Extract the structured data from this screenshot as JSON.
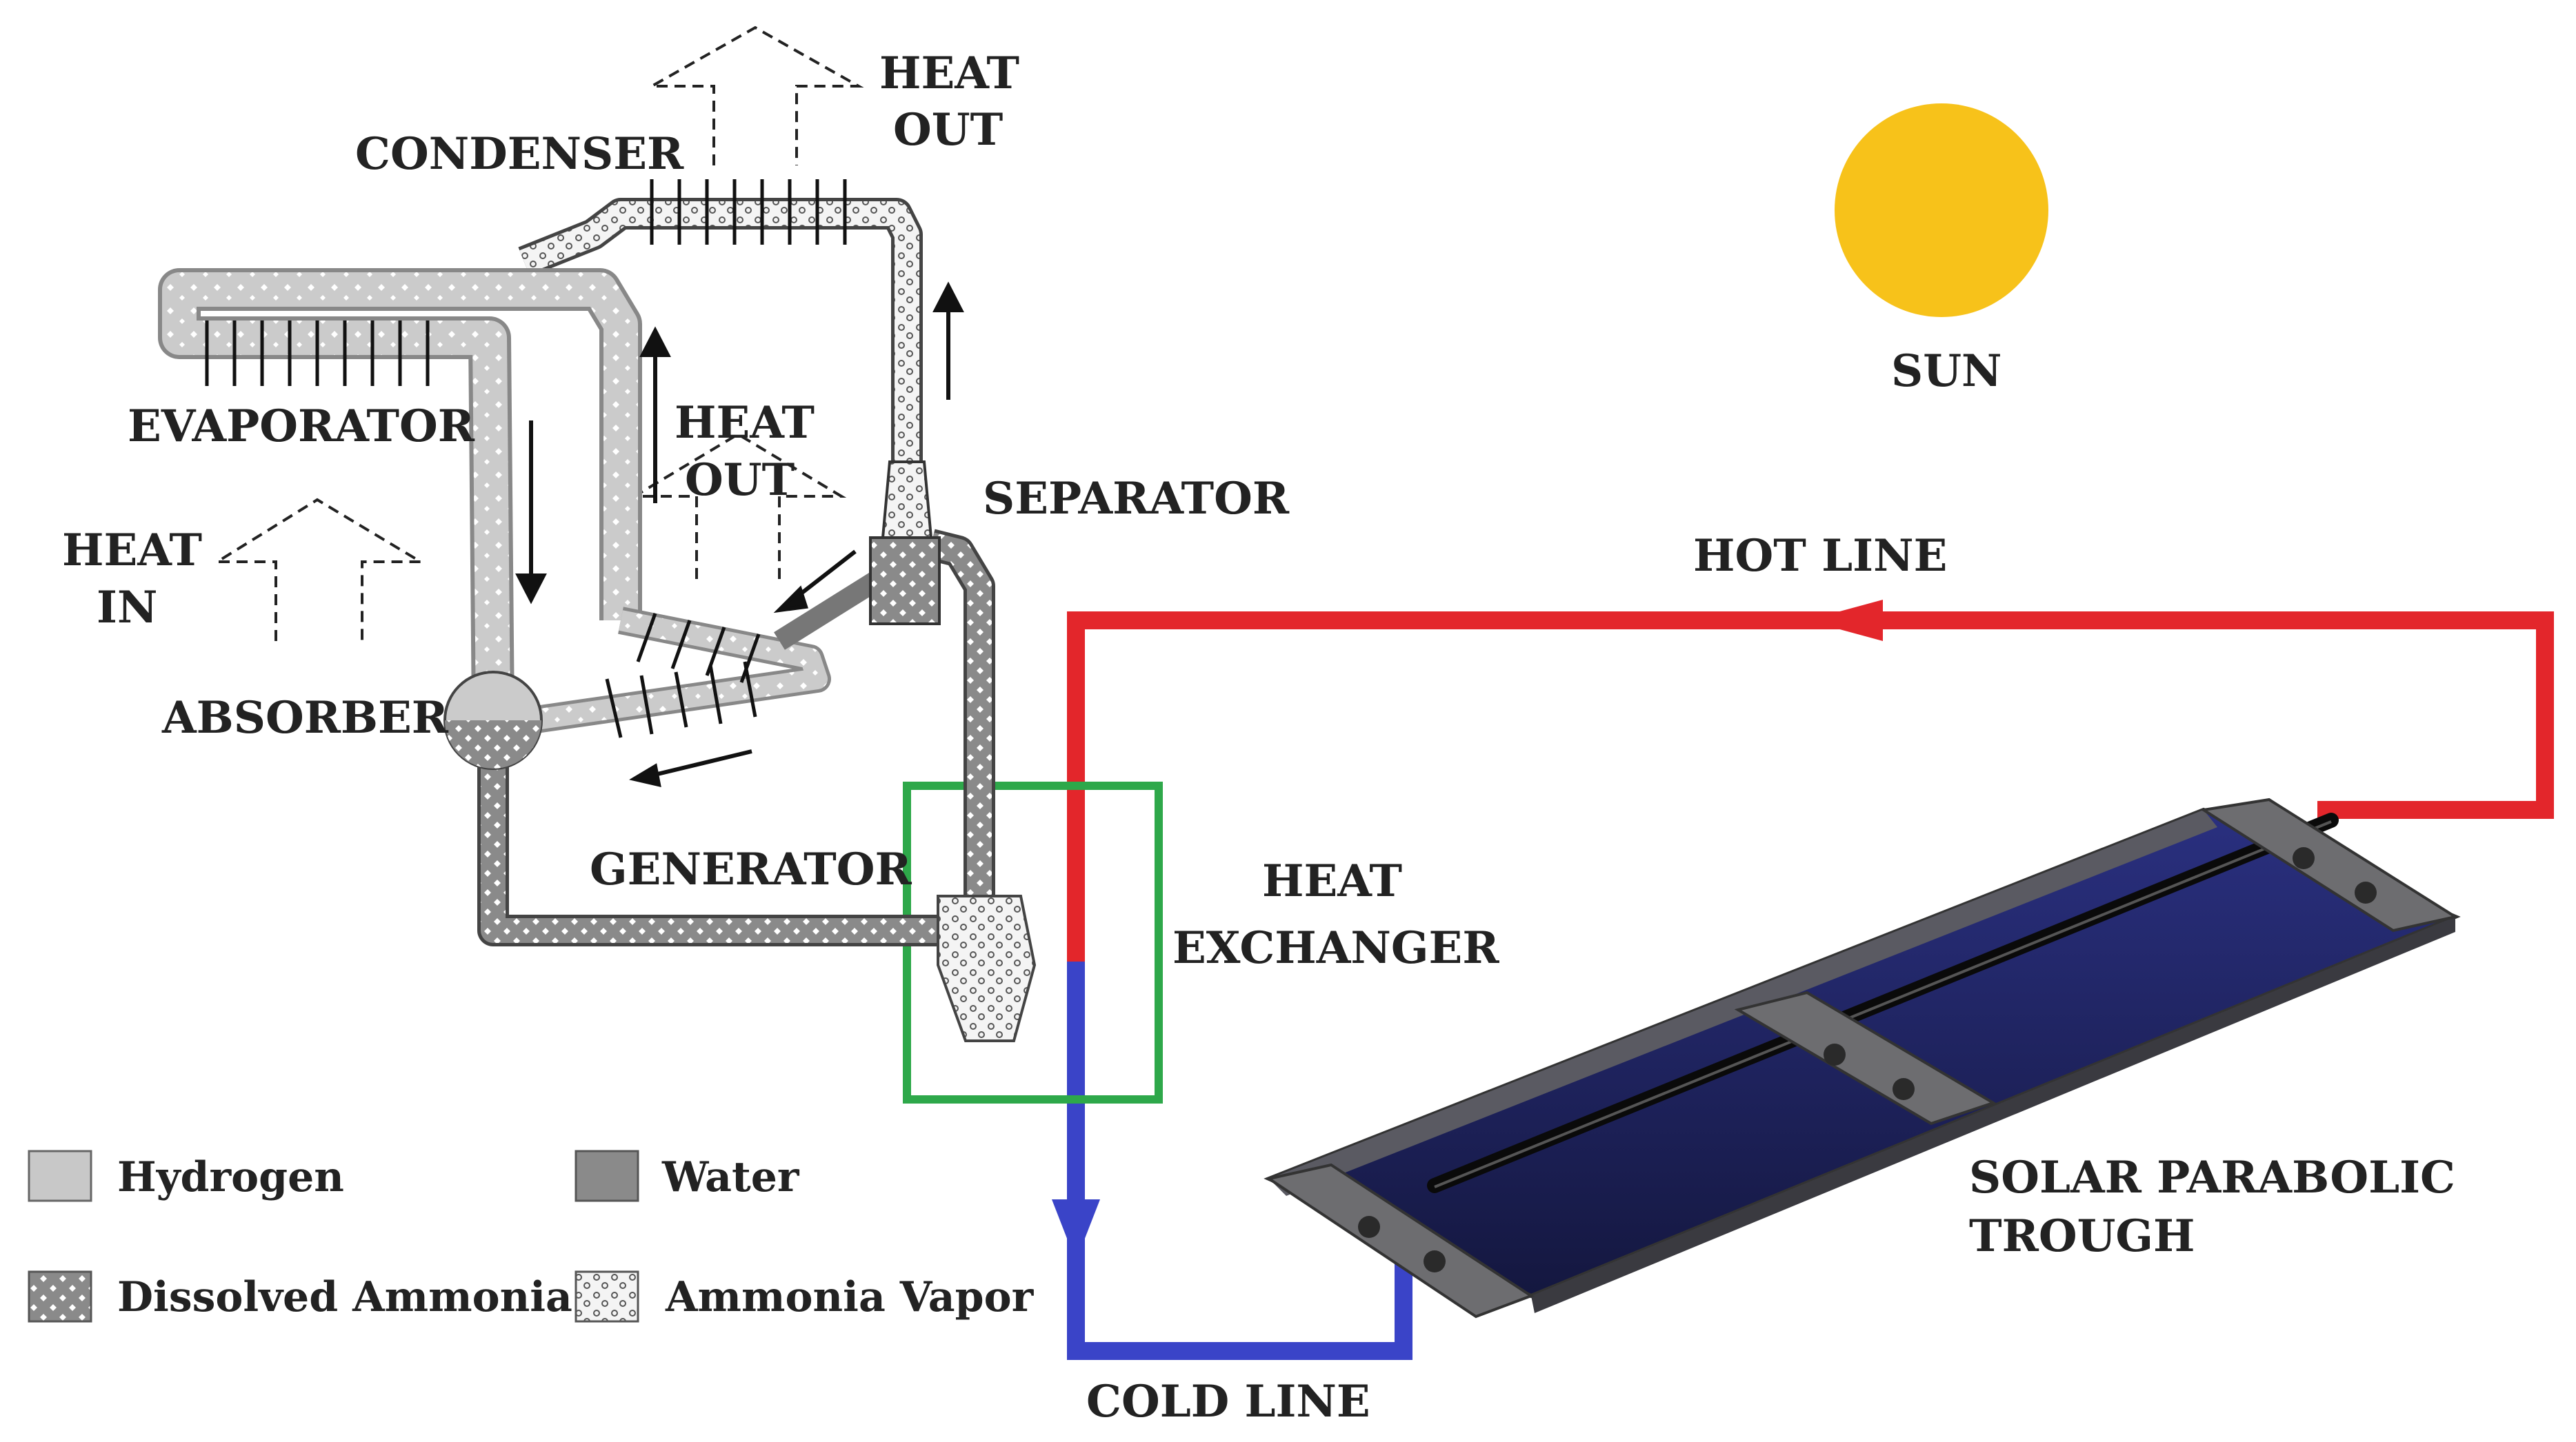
{
  "labels": {
    "condenser": "CONDENSER",
    "heat_out_top_1": "HEAT",
    "heat_out_top_2": "OUT",
    "evaporator": "EVAPORATOR",
    "heat_out_mid_1": "HEAT",
    "heat_out_mid_2": "OUT",
    "heat_in_1": "HEAT",
    "heat_in_2": "IN",
    "absorber": "ABSORBER",
    "separator": "SEPARATOR",
    "generator": "GENERATOR",
    "heat_exchanger_1": "HEAT",
    "heat_exchanger_2": "EXCHANGER",
    "sun": "SUN",
    "hot_line": "HOT LINE",
    "cold_line": "COLD LINE",
    "trough_1": "SOLAR PARABOLIC",
    "trough_2": "TROUGH"
  },
  "legend": {
    "hydrogen": "Hydrogen",
    "water": "Water",
    "dissolved_ammonia": "Dissolved Ammonia",
    "ammonia_vapor": "Ammonia Vapor"
  },
  "colors": {
    "hot_line": "#e3262b",
    "cold_line": "#3a44c8",
    "heat_exchanger_box": "#2ea84a",
    "sun": "#f7c21a",
    "hydrogen": "#c8c8c8",
    "water": "#8a8a8a",
    "trough_panel": "#1c2060"
  }
}
